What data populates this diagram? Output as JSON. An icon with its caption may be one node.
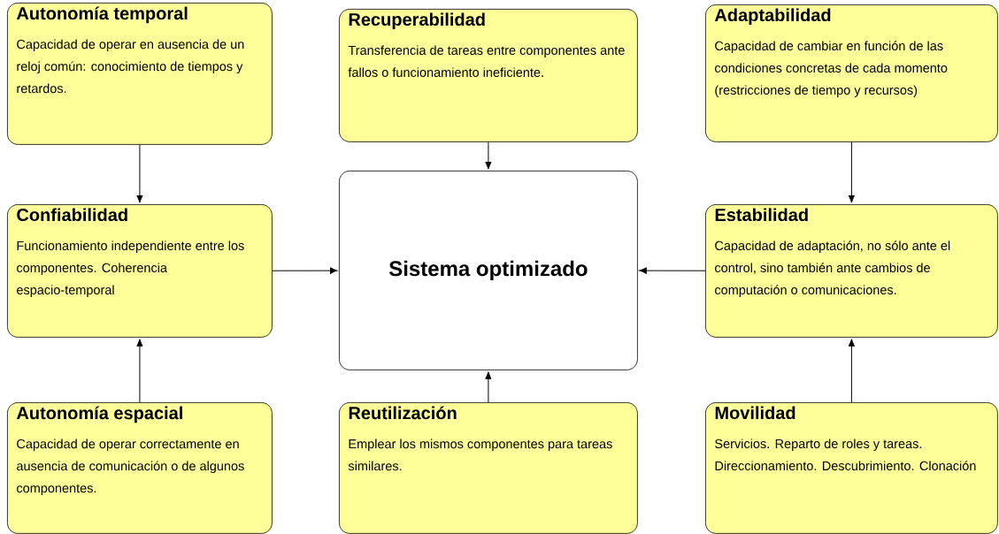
{
  "diagram": {
    "nodes": [
      {
        "text": [
          "Autonomía temporal",
          "Capacidad de operar en ausencia de un reloj común: conocimiento de tiempos y retardos."
        ]
      },
      {
        "text": [
          "Recuperabilidad",
          "Transferencia de tareas entre componentes ante fallos o funcionamiento ineficiente."
        ]
      },
      {
        "text": [
          "Adaptabilidad",
          "Capacidad de cambiar en función de las condiciones concretas de cada momento (restricciones de tiempo y recursos)"
        ]
      },
      {
        "text": [
          "Confiabilidad",
          "Funcionamiento independiente entre los componentes. Coherencia espacio-temporal"
        ]
      },
      {
        "text": [
          "Sistema optimizado"
        ]
      },
      {
        "text": [
          "Estabilidad",
          "Capacidad de adaptación, no sólo ante el control, sino también ante cambios de computación o comunicaciones."
        ]
      },
      {
        "text": [
          "Autonomía espacial",
          "Capacidad de operar correctamente en ausencia de comunicación o de algunos componentes."
        ]
      },
      {
        "text": [
          "Reutilización",
          "Emplear los mismos componentes para tareas similares."
        ]
      },
      {
        "text": [
          "Movilidad",
          "Servicios. Reparto de roles y tareas. Direccionamiento. Descubrimiento. Clonación"
        ]
      }
    ],
    "edges": [
      {
        "from": 0,
        "to": 3,
        "arrow": "to"
      },
      {
        "from": 1,
        "to": 4,
        "arrow": "to"
      },
      {
        "from": 2,
        "to": 5,
        "arrow": "to"
      },
      {
        "from": 3,
        "to": 4,
        "arrow": "to"
      },
      {
        "from": 5,
        "to": 4,
        "arrow": "to"
      },
      {
        "from": 6,
        "to": 3,
        "arrow": "to"
      },
      {
        "from": 7,
        "to": 4,
        "arrow": "to"
      },
      {
        "from": 8,
        "to": 5,
        "arrow": "to"
      }
    ]
  }
}
